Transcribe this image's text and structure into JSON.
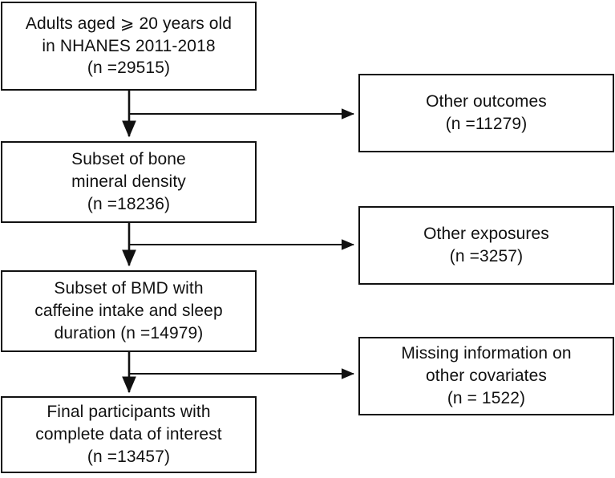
{
  "chart_data": {
    "type": "diagram",
    "title": "NHANES participant selection flow diagram",
    "layout": "vertical flow with right-side exclusion boxes",
    "nodes": [
      {
        "id": "included-1",
        "kind": "included",
        "text": "Adults aged ⩾ 20 years old\nin NHANES 2011-2018\n(n =29515)",
        "n": 29515
      },
      {
        "id": "excluded-1",
        "kind": "excluded",
        "text": "Other outcomes\n(n =11279)",
        "n": 11279
      },
      {
        "id": "included-2",
        "kind": "included",
        "text": "Subset of bone\nmineral density\n(n =18236)",
        "n": 18236
      },
      {
        "id": "excluded-2",
        "kind": "excluded",
        "text": "Other exposures\n(n =3257)",
        "n": 3257
      },
      {
        "id": "included-3",
        "kind": "included",
        "text": "Subset of BMD with\ncaffeine intake and sleep\nduration (n =14979)",
        "n": 14979
      },
      {
        "id": "excluded-3",
        "kind": "excluded",
        "text": "Missing information on\nother covariates\n(n = 1522)",
        "n": 1522
      },
      {
        "id": "included-4",
        "kind": "included",
        "text": "Final participants with\ncomplete data of interest\n(n =13457)",
        "n": 13457
      }
    ],
    "edges": [
      {
        "from": "included-1",
        "to": "included-2",
        "direction": "down"
      },
      {
        "from": "included-1",
        "to": "excluded-1",
        "direction": "right"
      },
      {
        "from": "included-2",
        "to": "included-3",
        "direction": "down"
      },
      {
        "from": "included-2",
        "to": "excluded-2",
        "direction": "right"
      },
      {
        "from": "included-3",
        "to": "included-4",
        "direction": "down"
      },
      {
        "from": "included-3",
        "to": "excluded-3",
        "direction": "right"
      }
    ],
    "colors": {
      "stroke": "#111111",
      "fill": "#ffffff",
      "text": "#111111"
    }
  }
}
